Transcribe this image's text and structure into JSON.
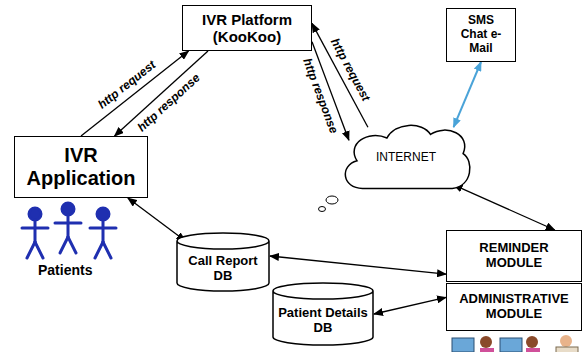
{
  "diagram": {
    "nodes": [
      {
        "text": [
          "IVR Platform (KooKoo)"
        ]
      },
      {
        "text": [
          "SMS Chat e-Mail"
        ]
      },
      {
        "text": [
          "IVR Application"
        ]
      },
      {
        "text": [
          "INTERNET"
        ]
      },
      {
        "text": [
          "Call Report DB"
        ]
      },
      {
        "text": [
          "Patient Details DB"
        ]
      },
      {
        "text": [
          "REMINDER MODULE"
        ]
      },
      {
        "text": [
          "ADMINISTRATIVE MODULE"
        ]
      }
    ],
    "edges": [
      {
        "from": 2,
        "to": 0,
        "label": "http request",
        "arrow": "to"
      },
      {
        "from": 0,
        "to": 2,
        "label": "http response",
        "arrow": "to"
      },
      {
        "from": 3,
        "to": 0,
        "label": "http request",
        "arrow": "to"
      },
      {
        "from": 0,
        "to": 3,
        "label": "http response",
        "arrow": "to"
      },
      {
        "from": 1,
        "to": 3,
        "arrow": "both"
      },
      {
        "from": 3,
        "to": 6,
        "arrow": "both"
      },
      {
        "from": 2,
        "to": 4,
        "arrow": "both"
      },
      {
        "from": 4,
        "to": 6,
        "arrow": "both"
      },
      {
        "from": 5,
        "to": 7,
        "arrow": "both"
      }
    ],
    "labels": [
      "Patients"
    ]
  }
}
